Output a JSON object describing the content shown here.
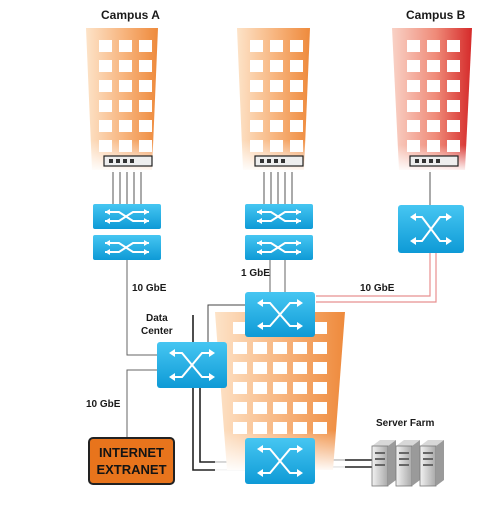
{
  "labels": {
    "campus_a": "Campus A",
    "campus_b": "Campus B",
    "link_10gbe_left": "10 GbE",
    "link_1gbe": "1 GbE",
    "link_10gbe_right": "10 GbE",
    "data_center_line1": "Data",
    "data_center_line2": "Center",
    "link_10gbe_inet": "10 GbE",
    "server_farm": "Server Farm",
    "internet": "INTERNET",
    "extranet": "EXTRANET"
  },
  "colors": {
    "campus_a_building": "#f4a060",
    "middle_building": "#f4a060",
    "campus_b_building": "#dd3a36",
    "switch": "#1aaee8",
    "internet_box": "#e8741c",
    "campus_b_link": "#e89090"
  },
  "icons": [
    "building-icon",
    "switch-icon",
    "server-icon"
  ]
}
